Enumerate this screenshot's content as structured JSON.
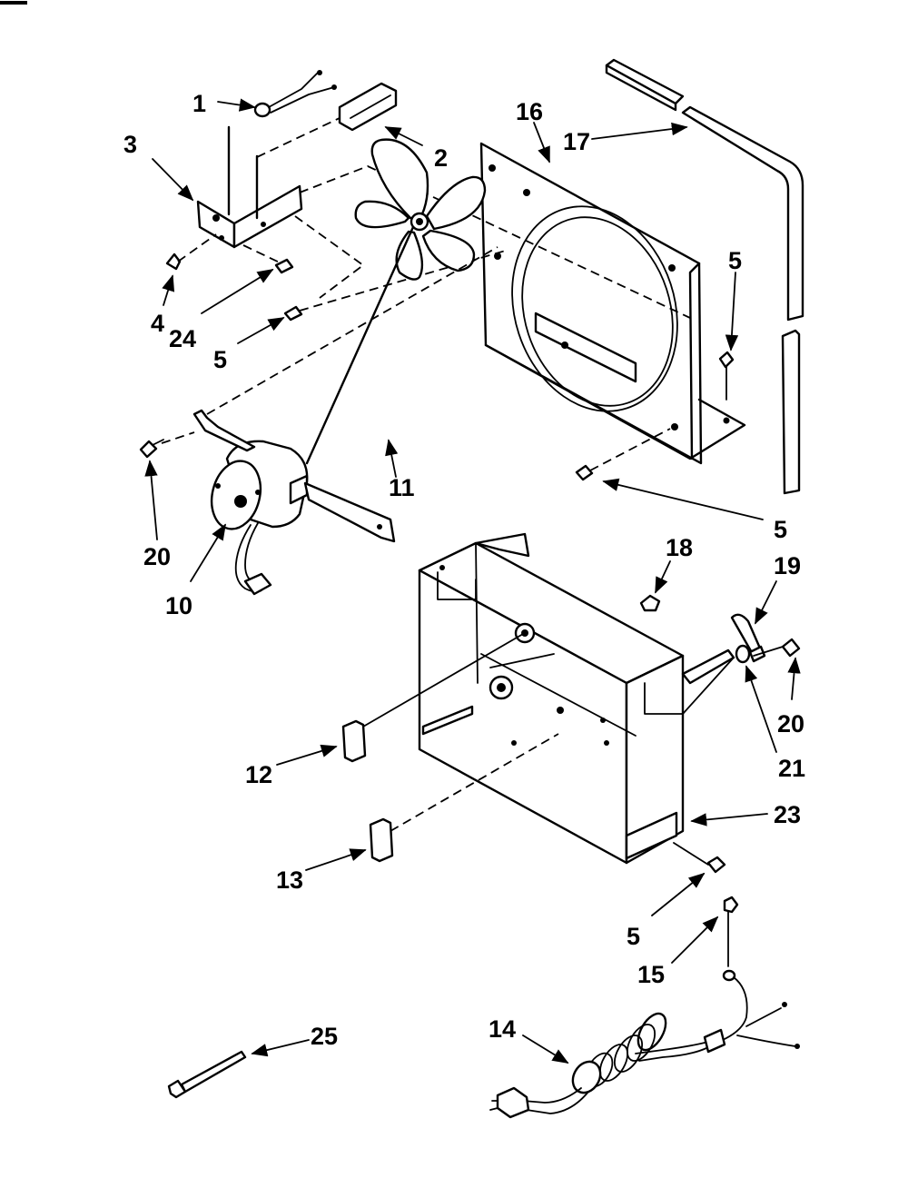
{
  "callouts": [
    "1",
    "2",
    "3",
    "4",
    "24",
    "5",
    "16",
    "17",
    "5",
    "5",
    "20",
    "10",
    "11",
    "18",
    "19",
    "20",
    "21",
    "12",
    "23",
    "13",
    "5",
    "15",
    "14",
    "25"
  ]
}
